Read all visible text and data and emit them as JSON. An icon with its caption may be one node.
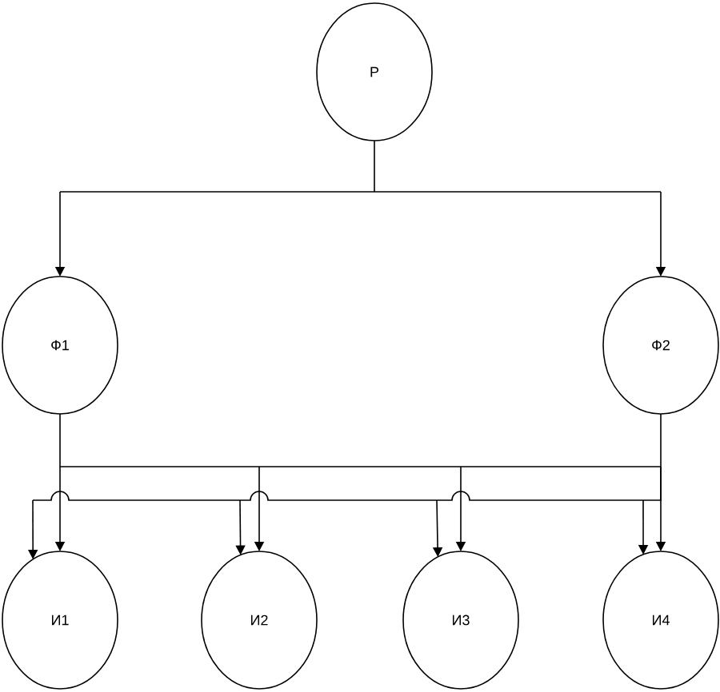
{
  "diagram": {
    "nodes": [
      {
        "text": [
          "Р"
        ]
      },
      {
        "text": [
          "Ф1"
        ]
      },
      {
        "text": [
          "Ф2"
        ]
      },
      {
        "text": [
          "И1"
        ]
      },
      {
        "text": [
          "И2"
        ]
      },
      {
        "text": [
          "И3"
        ]
      },
      {
        "text": [
          "И4"
        ]
      }
    ],
    "edges": [
      {
        "from": 0,
        "to": 1,
        "arrow": "to"
      },
      {
        "from": 0,
        "to": 2,
        "arrow": "to"
      },
      {
        "from": 1,
        "to": 3,
        "arrow": "to"
      },
      {
        "from": 1,
        "to": 4,
        "arrow": "to"
      },
      {
        "from": 1,
        "to": 5,
        "arrow": "to"
      },
      {
        "from": 1,
        "to": 6,
        "arrow": "to"
      },
      {
        "from": 2,
        "to": 3,
        "arrow": "to"
      },
      {
        "from": 2,
        "to": 4,
        "arrow": "to"
      },
      {
        "from": 2,
        "to": 5,
        "arrow": "to"
      },
      {
        "from": 2,
        "to": 6,
        "arrow": "to"
      }
    ]
  }
}
